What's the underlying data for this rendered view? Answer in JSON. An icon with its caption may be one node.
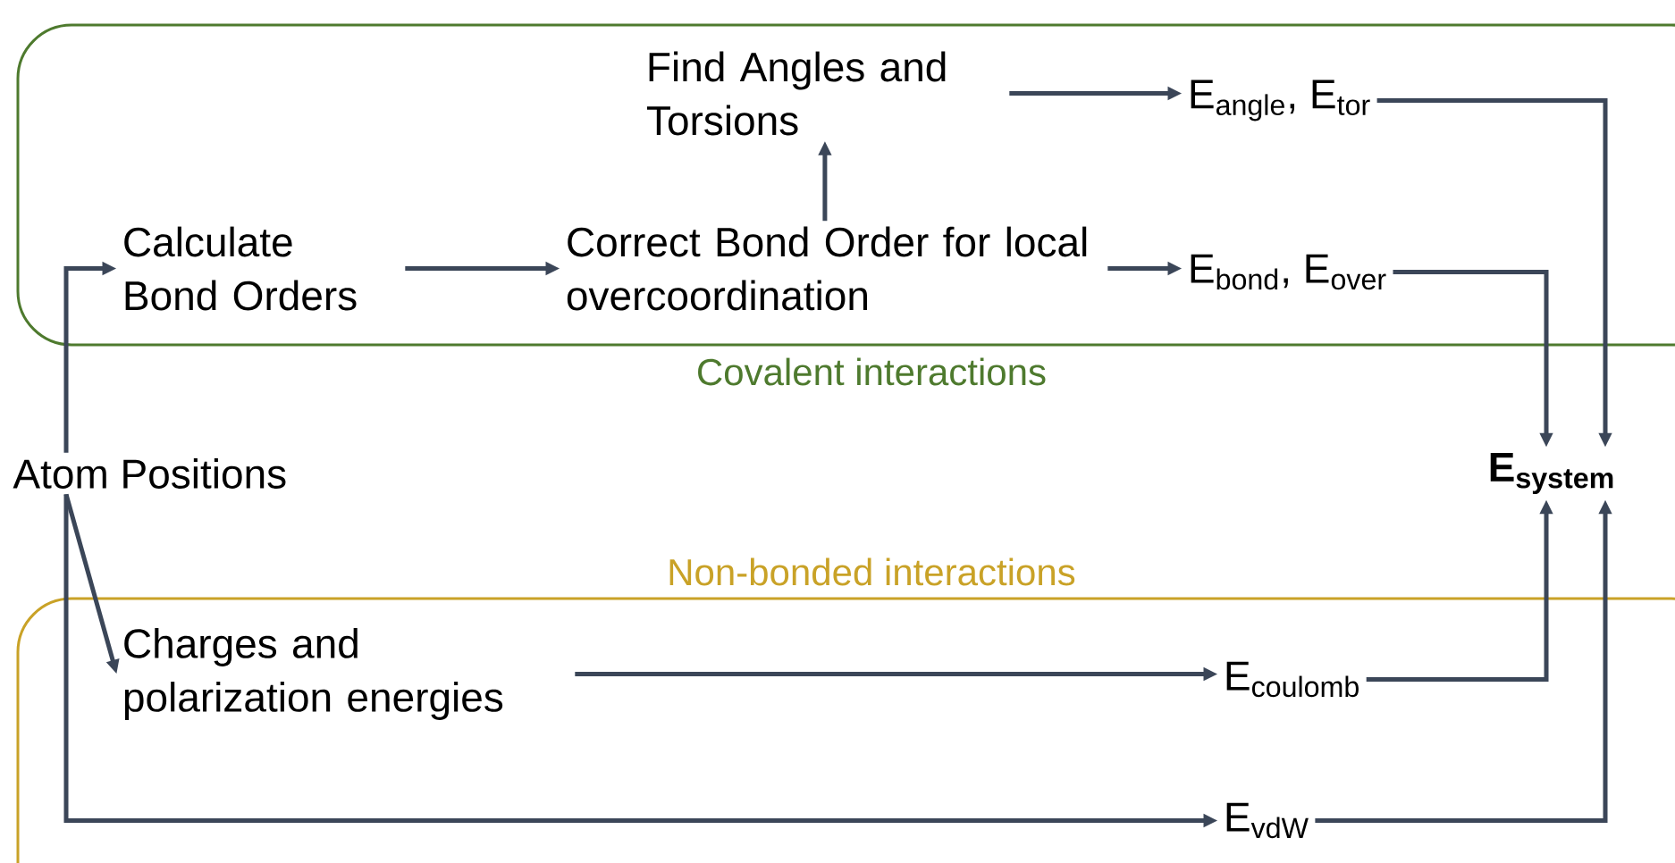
{
  "diagram": {
    "nodes": [
      {
        "text": [
          "Covalent interactions"
        ]
      },
      {
        "text": [
          "Non-bonded interactions"
        ]
      },
      {
        "text": [
          "Calculate Bond Orders"
        ],
        "in": 0
      },
      {
        "text": [
          "Find Angles and Torsions"
        ],
        "in": 0
      },
      {
        "text": [
          "Correct Bond Order for local overcoordination"
        ],
        "in": 0
      },
      {
        "text": [
          "E$_{angle}$, E$_{tor}$"
        ],
        "in": 0
      },
      {
        "text": [
          "E$_{bond}$, E$_{over}$"
        ],
        "in": 0
      },
      {
        "text": [
          "Atom Positions"
        ]
      },
      {
        "text": [
          "E$_{system}$"
        ]
      },
      {
        "text": [
          "Charges and polarization energies"
        ],
        "in": 1
      },
      {
        "text": [
          "E$_{coulomb}$"
        ],
        "in": 1
      },
      {
        "text": [
          "E$_{vdW}$"
        ],
        "in": 1
      }
    ],
    "edges": [
      {
        "from": 7,
        "to": 2,
        "arrow": "to"
      },
      {
        "from": 7,
        "to": 9,
        "arrow": "to"
      },
      {
        "from": 7,
        "to": 11,
        "arrow": "to"
      },
      {
        "from": 2,
        "to": 4,
        "arrow": "to"
      },
      {
        "from": 4,
        "to": 3,
        "arrow": "to"
      },
      {
        "from": 3,
        "to": 5,
        "arrow": "to"
      },
      {
        "from": 4,
        "to": 6,
        "arrow": "to"
      },
      {
        "from": 5,
        "to": 8,
        "arrow": "to"
      },
      {
        "from": 6,
        "to": 8,
        "arrow": "to"
      },
      {
        "from": 9,
        "to": 10,
        "arrow": "to"
      },
      {
        "from": 10,
        "to": 8,
        "arrow": "to"
      },
      {
        "from": 11,
        "to": 8,
        "arrow": "to"
      }
    ]
  }
}
